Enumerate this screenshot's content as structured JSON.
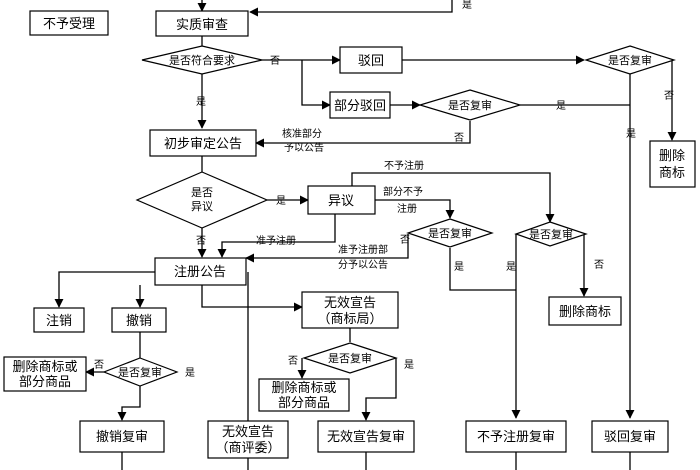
{
  "boxes": {
    "reject_accept": "不予受理",
    "substantive_review": "实质审查",
    "reject": "驳回",
    "partial_reject": "部分驳回",
    "prelim_approval_notice": "初步审定公告",
    "opposition": "异议",
    "registration_notice": "注册公告",
    "cancel_registration": "注销",
    "revocation": "撤销",
    "invalid_decl_tmo": [
      "无效宣告",
      "（商标局）"
    ],
    "remove_mark_partial_1": [
      "删除商标或",
      "部分商品"
    ],
    "remove_mark_partial_2": [
      "删除商标或",
      "部分商品"
    ],
    "remove_mark_right": [
      "删除",
      "商标"
    ],
    "remove_mark_mid": "删除商标",
    "revocation_review": "撤销复审",
    "invalid_decl_trab": [
      "无效宣告",
      "（商评委）"
    ],
    "invalid_decl_review": "无效宣告复审",
    "refusal_review": "不予注册复审",
    "rejection_review": "驳回复审"
  },
  "diamonds": {
    "meets_requirements": "是否符合要求",
    "review_after_reject": "是否复审",
    "review_after_partial": "是否复审",
    "has_opposition": [
      "是否",
      "异议"
    ],
    "review_opposition": "是否复审",
    "review_refusal": "是否复审",
    "review_revocation": "是否复审",
    "review_invalid": "是否复审"
  },
  "labels": {
    "yes": "是",
    "no": "否",
    "approve_part_announce": [
      "核准部分",
      "予以公告"
    ],
    "refuse_registration": "不予注册",
    "partial_refuse": [
      "部分不予",
      "注册"
    ],
    "approve_registration": "准予注册",
    "approve_part_reg": [
      "准予注册部",
      "分予以公告"
    ]
  }
}
